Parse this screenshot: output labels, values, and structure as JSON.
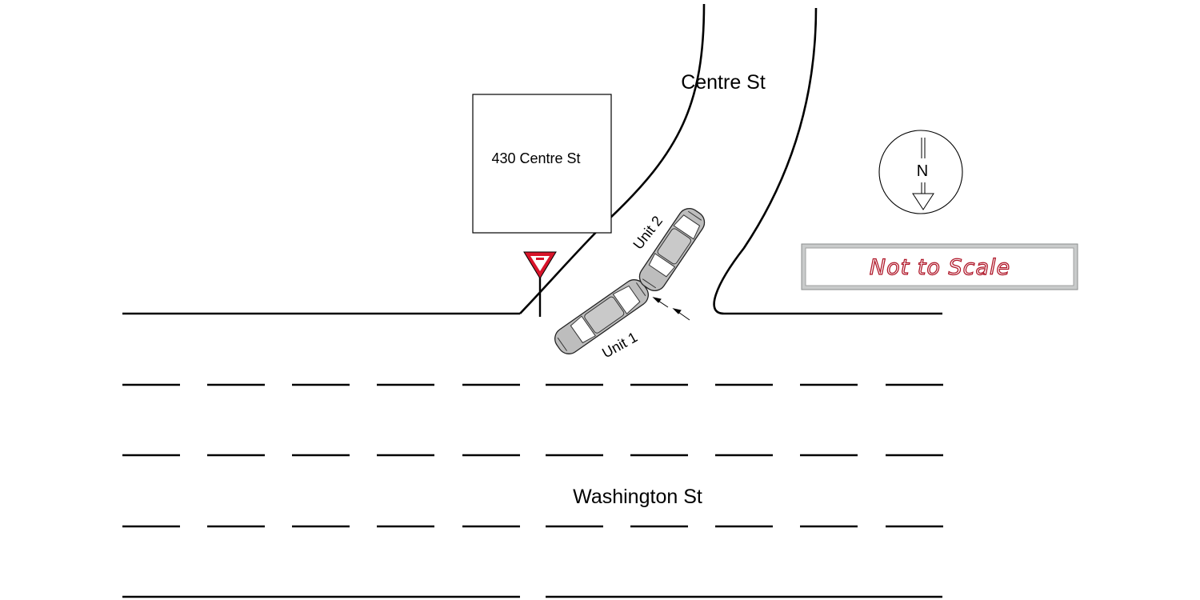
{
  "roads": {
    "main_street": "Washington St",
    "side_street": "Centre St"
  },
  "building": {
    "address": "430 Centre St"
  },
  "vehicles": [
    {
      "id": "unit1",
      "label": "Unit 1"
    },
    {
      "id": "unit2",
      "label": "Unit 2"
    }
  ],
  "compass": {
    "letter": "N"
  },
  "scale_note": "Not to Scale",
  "sign": {
    "type": "yield-sign"
  },
  "colors": {
    "sign_red": "#d8142a",
    "note_red": "#b0182a",
    "car_gray": "#bdbdbd"
  }
}
